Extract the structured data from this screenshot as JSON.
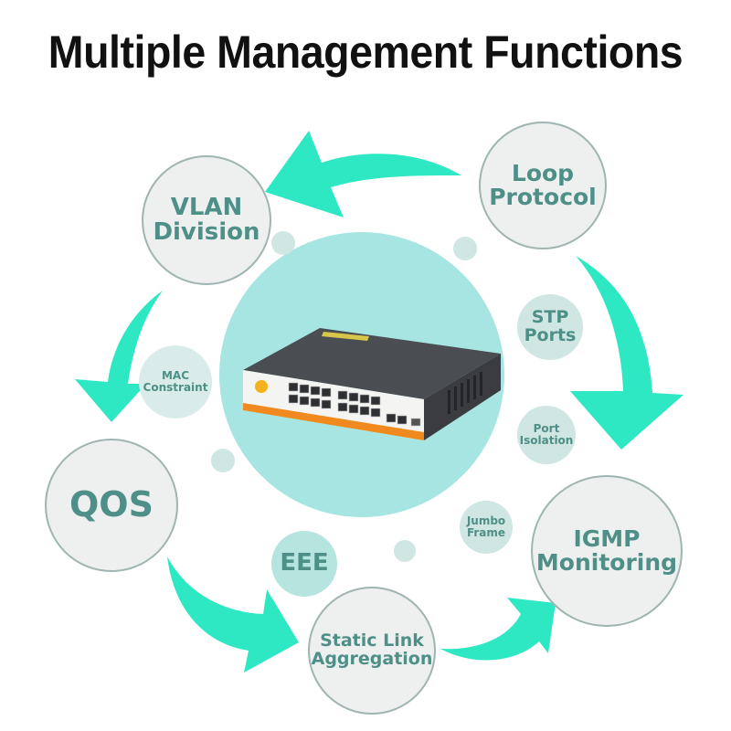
{
  "title": "Multiple Management Functions",
  "colors": {
    "title_text": "#111111",
    "label_text": "#4e8f88",
    "arrow": "#2ee8c4",
    "hub": "#a6e5e1",
    "big_circle_fill": "#eef0f0",
    "big_circle_border": "#9eb5b1",
    "small_circle_fill": "#cfe6e3"
  },
  "main_functions": [
    {
      "id": "vlan",
      "lines": [
        "VLAN",
        "Division"
      ]
    },
    {
      "id": "loop",
      "lines": [
        "Loop",
        "Protocol"
      ]
    },
    {
      "id": "qos",
      "lines": [
        "QOS"
      ]
    },
    {
      "id": "igmp",
      "lines": [
        "IGMP",
        "Monitoring"
      ]
    },
    {
      "id": "static-link",
      "lines": [
        "Static Link",
        "Aggregation"
      ]
    }
  ],
  "minor_functions": [
    {
      "id": "mac",
      "lines": [
        "MAC",
        "Constraint"
      ]
    },
    {
      "id": "stp",
      "lines": [
        "STP",
        "Ports"
      ]
    },
    {
      "id": "port-isolation",
      "lines": [
        "Port",
        "Isolation"
      ]
    },
    {
      "id": "jumbo",
      "lines": [
        "Jumbo",
        "Frame"
      ]
    },
    {
      "id": "eee",
      "lines": [
        "EEE"
      ]
    }
  ],
  "product": {
    "name": "network switch",
    "ports_group_a": 8,
    "ports_group_b": 8,
    "uplink_ports": 2,
    "sfp_ports": 1
  }
}
